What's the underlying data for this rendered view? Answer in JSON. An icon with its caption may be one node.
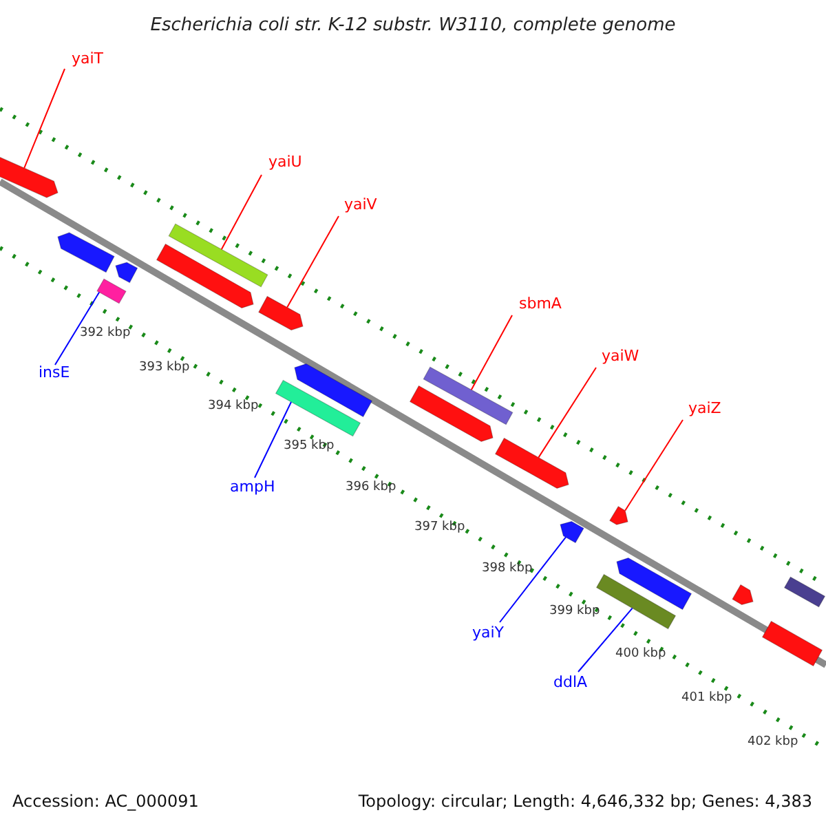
{
  "diagram": {
    "title": "Escherichia coli str. K-12 substr. W3110, complete genome",
    "nodes": [
      {
        "text": [
          "yaiT"
        ]
      },
      {
        "text": [
          "yaiU"
        ]
      },
      {
        "text": [
          "yaiV"
        ]
      },
      {
        "text": [
          "sbmA"
        ]
      },
      {
        "text": [
          "yaiW"
        ]
      },
      {
        "text": [
          "yaiZ"
        ]
      },
      {
        "text": [
          "insE"
        ]
      },
      {
        "text": [
          "ampH"
        ]
      },
      {
        "text": [
          "yaiY"
        ]
      },
      {
        "text": [
          "ddlA"
        ]
      },
      {
        "text": [],
        "shape": "bar"
      },
      {
        "text": [],
        "shape": "bar"
      },
      {
        "text": [],
        "shape": "bar"
      },
      {
        "text": [],
        "shape": "bar"
      },
      {
        "text": [],
        "shape": "bar"
      },
      {
        "text": [],
        "shape": "bar"
      },
      {
        "text": [],
        "shape": "bar"
      },
      {
        "text": [],
        "shape": "bar"
      },
      {
        "text": [],
        "shape": "bar"
      },
      {
        "text": [],
        "shape": "bar"
      },
      {
        "text": [],
        "shape": "bar"
      },
      {
        "text": [],
        "shape": "bar"
      },
      {
        "text": [],
        "shape": "bar"
      },
      {
        "text": [],
        "shape": "bar"
      },
      {
        "text": [],
        "shape": "bar"
      },
      {
        "text": [],
        "shape": "bar"
      },
      {
        "text": [],
        "shape": "bar"
      },
      {
        "text": [],
        "shape": "bar"
      },
      {
        "text": [],
        "shape": "bar"
      }
    ],
    "edges": [
      {
        "from": 0,
        "to": 10,
        "arrow": "none"
      },
      {
        "from": 1,
        "to": 14,
        "arrow": "none"
      },
      {
        "from": 2,
        "to": 16,
        "arrow": "none"
      },
      {
        "from": 3,
        "to": 19,
        "arrow": "none"
      },
      {
        "from": 4,
        "to": 21,
        "arrow": "none"
      },
      {
        "from": 5,
        "to": 22,
        "arrow": "none"
      },
      {
        "from": 6,
        "to": 13,
        "arrow": "none",
        "color": "#0000ff"
      },
      {
        "from": 7,
        "to": 18,
        "arrow": "none",
        "color": "#0000ff"
      },
      {
        "from": 8,
        "to": 23,
        "arrow": "none",
        "color": "#0000ff"
      },
      {
        "from": 9,
        "to": 25,
        "arrow": "none",
        "color": "#0000ff"
      }
    ],
    "labels": [
      "392 kbp",
      "393 kbp",
      "394 kbp",
      "395 kbp",
      "396 kbp",
      "397 kbp",
      "398 kbp",
      "399 kbp",
      "400 kbp",
      "401 kbp",
      "402 kbp",
      "Accession: AC_000091",
      "Topology: circular; Length: 4,646,332 bp; Genes: 4,383"
    ]
  }
}
